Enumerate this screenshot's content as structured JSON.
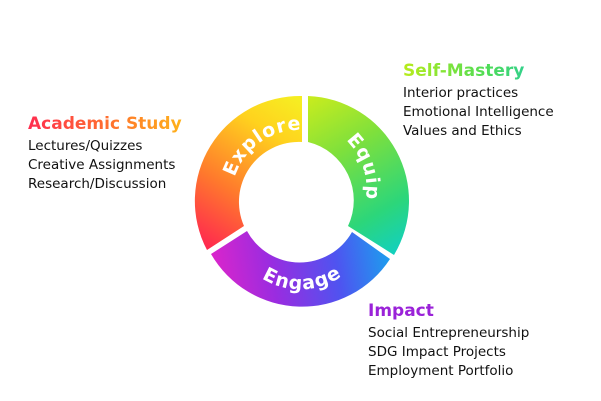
{
  "cycle": {
    "segments": [
      {
        "label": "Explore",
        "colors": [
          "#ff2a4e",
          "#ff7a2c",
          "#ffd21e",
          "#f6ee22"
        ]
      },
      {
        "label": "Equip",
        "colors": [
          "#c8ec1e",
          "#7ee03c",
          "#2cd67a",
          "#12d0c0"
        ]
      },
      {
        "label": "Engage",
        "colors": [
          "#e424c8",
          "#9a2ce0",
          "#4e54f0",
          "#1aa2ee"
        ]
      }
    ]
  },
  "blocks": {
    "academic": {
      "heading": "Academic Study",
      "items": [
        "Lectures/Quizzes",
        "Creative Assignments",
        "Research/Discussion"
      ]
    },
    "self_mastery": {
      "heading": "Self-Mastery",
      "items": [
        "Interior practices",
        "Emotional Intelligence",
        "Values and Ethics"
      ]
    },
    "impact": {
      "heading": "Impact",
      "items": [
        "Social Entrepreneurship",
        "SDG Impact Projects",
        "Employment Portfolio"
      ]
    }
  }
}
